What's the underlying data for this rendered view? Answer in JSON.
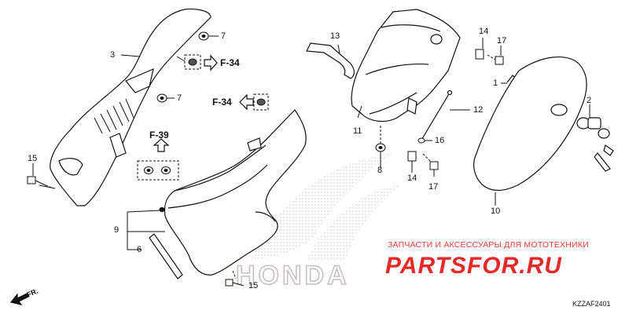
{
  "callouts": {
    "n1": "1",
    "n2": "2",
    "n3": "3",
    "n6": "6",
    "n7a": "7",
    "n7b": "7",
    "n8": "8",
    "n9": "9",
    "n10": "10",
    "n11": "11",
    "n12": "12",
    "n13": "13",
    "n14a": "14",
    "n14b": "14",
    "n15a": "15",
    "n15b": "15",
    "n16": "16",
    "n17a": "17",
    "n17b": "17"
  },
  "refs": {
    "f34_right": "F-34",
    "f34_left": "F-34",
    "f39": "F-39"
  },
  "direction": "FR.",
  "watermark": {
    "tagline": "ЗАПЧАСТИ И АКСЕССУАРЫ ДЛЯ МОТОТЕХНИКИ",
    "site": "PARTSFOR.RU",
    "brand": "HONDA"
  },
  "diagram_code": "KZZAF2401"
}
